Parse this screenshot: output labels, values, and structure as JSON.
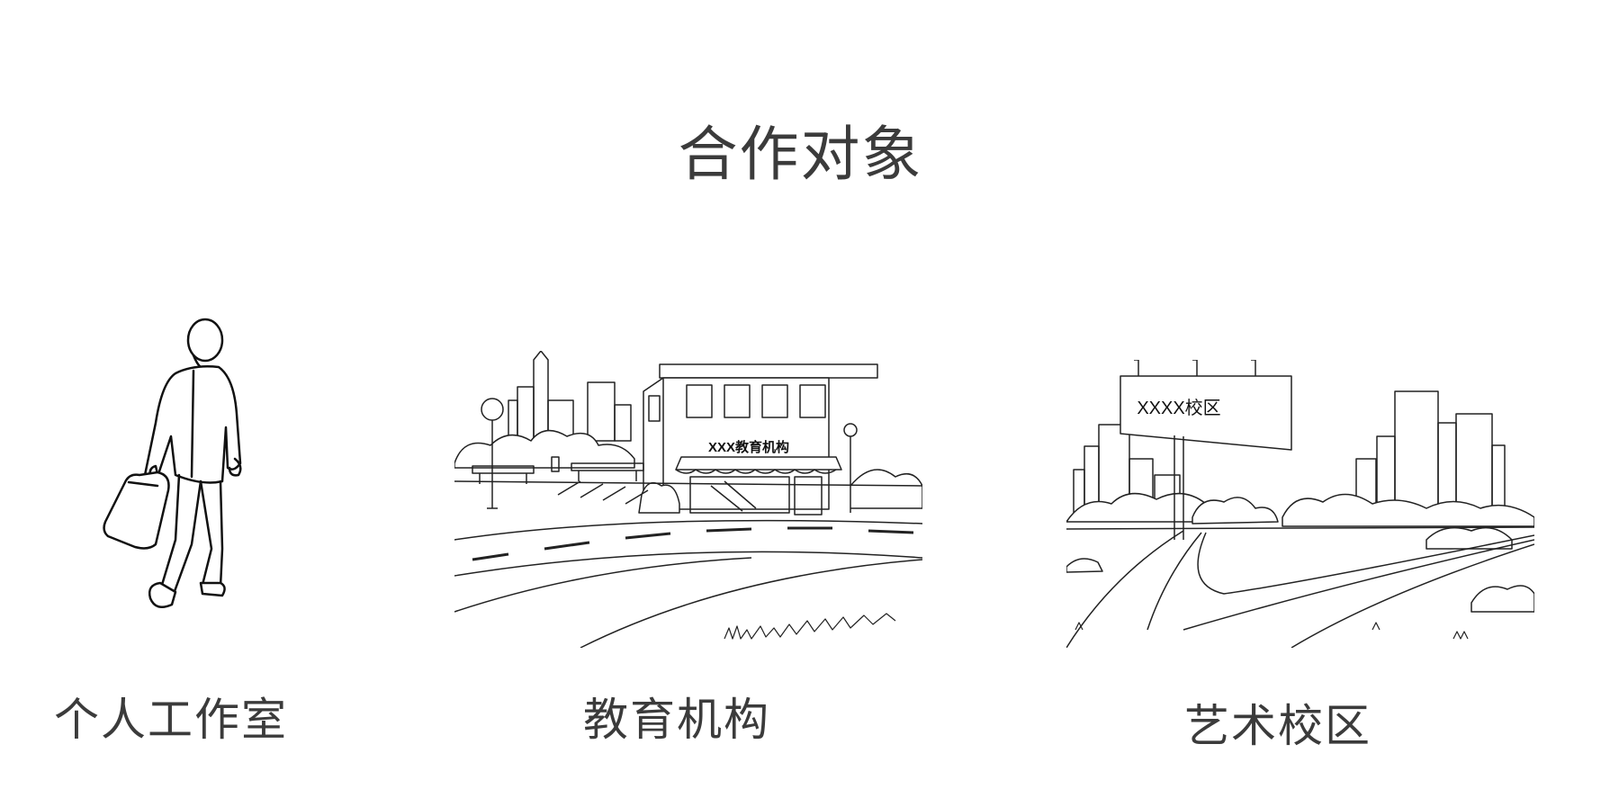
{
  "title": "合作对象",
  "items": [
    {
      "label": "个人工作室",
      "icon": "walking-businessman-illustration"
    },
    {
      "label": "教育机构",
      "icon": "education-building-illustration",
      "sign": "XXX教育机构"
    },
    {
      "label": "艺术校区",
      "icon": "billboard-road-illustration",
      "sign": "XXXX校区"
    }
  ]
}
